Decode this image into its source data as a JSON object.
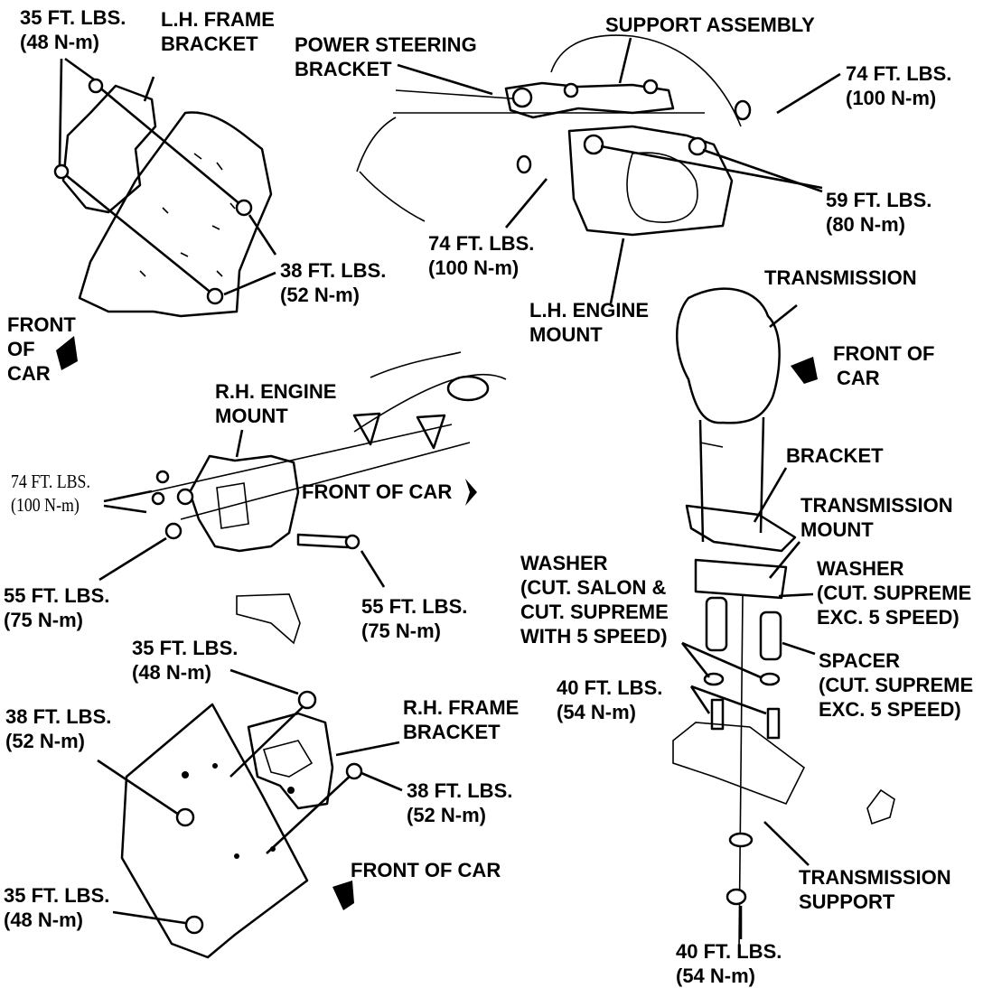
{
  "colors": {
    "ink": "#000000",
    "paper": "#ffffff"
  },
  "top_left": {
    "torque_35": [
      "35 FT. LBS.",
      "(48 N-m)"
    ],
    "frame_bracket": [
      "L.H. FRAME",
      "BRACKET"
    ],
    "torque_38": [
      "38 FT. LBS.",
      "(52 N-m)"
    ],
    "front": [
      "FRONT",
      "OF",
      "CAR"
    ]
  },
  "top_right": {
    "power_steering": [
      "POWER STEERING",
      "BRACKET"
    ],
    "support_assembly": "SUPPORT ASSEMBLY",
    "torque_74_right": [
      "74 FT. LBS.",
      "(100 N-m)"
    ],
    "torque_59": [
      "59 FT. LBS.",
      "(80 N-m)"
    ],
    "torque_74_center": [
      "74 FT. LBS.",
      "(100 N-m)"
    ],
    "engine_mount": [
      "L.H. ENGINE",
      "MOUNT"
    ]
  },
  "middle_left": {
    "engine_mount": [
      "R.H. ENGINE",
      "MOUNT"
    ],
    "torque_74": [
      "74 FT. LBS.",
      "(100 N-m)"
    ],
    "front": "FRONT OF CAR",
    "torque_55_left": [
      "55 FT. LBS.",
      "(75 N-m)"
    ],
    "torque_55_right": [
      "55 FT. LBS.",
      "(75 N-m)"
    ]
  },
  "bottom_left": {
    "torque_35_top": [
      "35 FT. LBS.",
      "(48 N-m)"
    ],
    "torque_38_left": [
      "38 FT. LBS.",
      "(52 N-m)"
    ],
    "frame_bracket": [
      "R.H. FRAME",
      "BRACKET"
    ],
    "torque_38_right": [
      "38 FT. LBS.",
      "(52 N-m)"
    ],
    "front": "FRONT OF CAR",
    "torque_35_bottom": [
      "35 FT. LBS.",
      "(48 N-m)"
    ]
  },
  "right": {
    "transmission": "TRANSMISSION",
    "front": [
      "FRONT OF",
      "CAR"
    ],
    "bracket": "BRACKET",
    "transmission_mount": [
      "TRANSMISSION",
      "MOUNT"
    ],
    "washer_left": [
      "WASHER",
      "(CUT. SALON &",
      "CUT. SUPREME",
      "WITH 5 SPEED)"
    ],
    "washer_right": [
      "WASHER",
      "(CUT. SUPREME",
      "EXC. 5 SPEED)"
    ],
    "spacer": [
      "SPACER",
      "(CUT. SUPREME",
      "EXC. 5 SPEED)"
    ],
    "torque_40_mid": [
      "40 FT. LBS.",
      "(54 N-m)"
    ],
    "transmission_support": [
      "TRANSMISSION",
      "SUPPORT"
    ],
    "torque_40_bottom": [
      "40 FT. LBS.",
      "(54 N-m)"
    ]
  }
}
